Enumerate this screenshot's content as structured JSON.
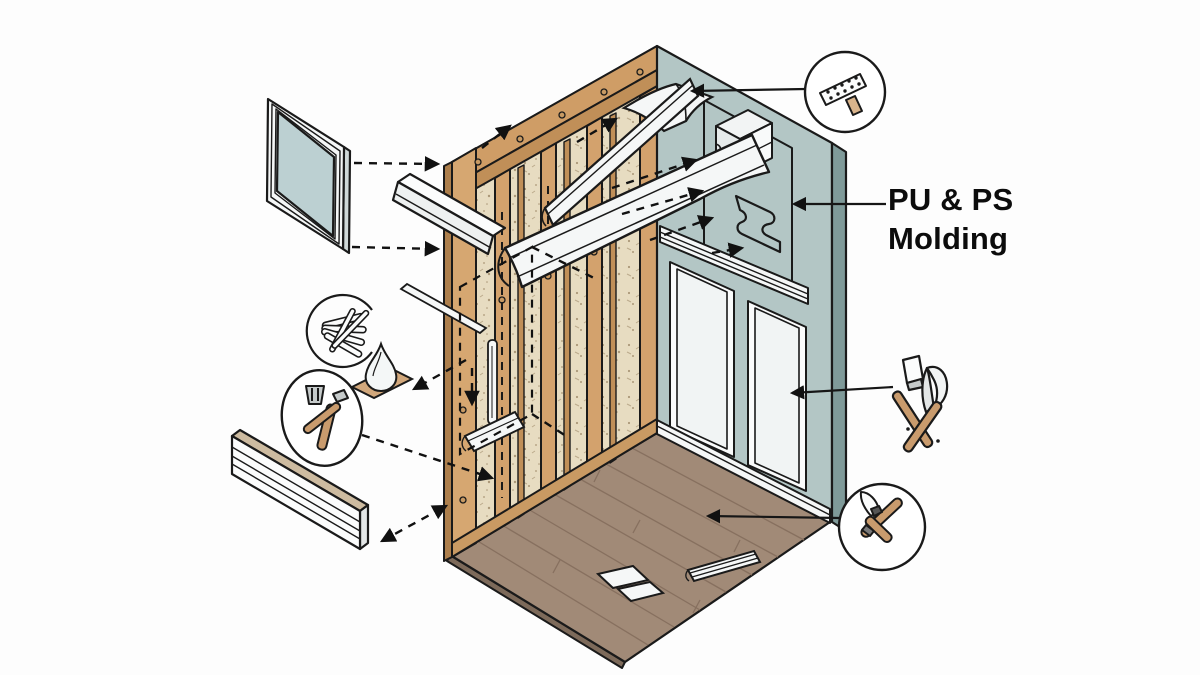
{
  "label": {
    "line1": "PU & PS",
    "line2": "Molding"
  },
  "diagram": {
    "type": "exploded-isometric-installation-diagram",
    "subject": "Installation of PU & PS decorative molding in a room corner",
    "components": [
      "framed-mirror",
      "flat-molding-strip",
      "large-crown-molding",
      "small-cornice-piece",
      "thin-trim-strip",
      "vertical-trim-piece",
      "small-crown-piece",
      "baseboard-molding",
      "adhesive-caulk-dollop",
      "stud-frame-wall",
      "insulation-infill",
      "accent-wall",
      "chair-rail",
      "wall-panel-left",
      "wall-panel-right",
      "corner-block",
      "molding-profile-outline",
      "flexible-molding-sheet",
      "wood-floor",
      "wall-baseboard",
      "floor-molding-pieces"
    ],
    "icons": [
      {
        "name": "perforated-rasp-icon",
        "container": "circle",
        "position": "top-right"
      },
      {
        "name": "molding-bundle-icon",
        "container": "circle",
        "position": "mid-left"
      },
      {
        "name": "trowel-and-chisel-icon",
        "container": "ellipse",
        "position": "lower-left"
      },
      {
        "name": "putty-knife-and-hatchet-icon",
        "container": "none",
        "position": "mid-right"
      },
      {
        "name": "knife-and-stick-icon",
        "container": "circle",
        "position": "bottom-right"
      }
    ],
    "colors": {
      "background": "#fdfdfd",
      "outline": "#1a1a1a",
      "accent_wall": "#b3c6c5",
      "accent_wall_edge": "#7f9a99",
      "wood_stud": "#d3a26d",
      "wood_dark": "#ad7f4c",
      "insulation": "#e7dcc1",
      "floor": "#a18a77",
      "floor_edge": "#7d6a5a",
      "molding_white": "#f5f7f7",
      "mirror_glass": "#bcd0d2",
      "tool_handle": "#c99b6d",
      "label_color": "#0c0c0c"
    }
  }
}
